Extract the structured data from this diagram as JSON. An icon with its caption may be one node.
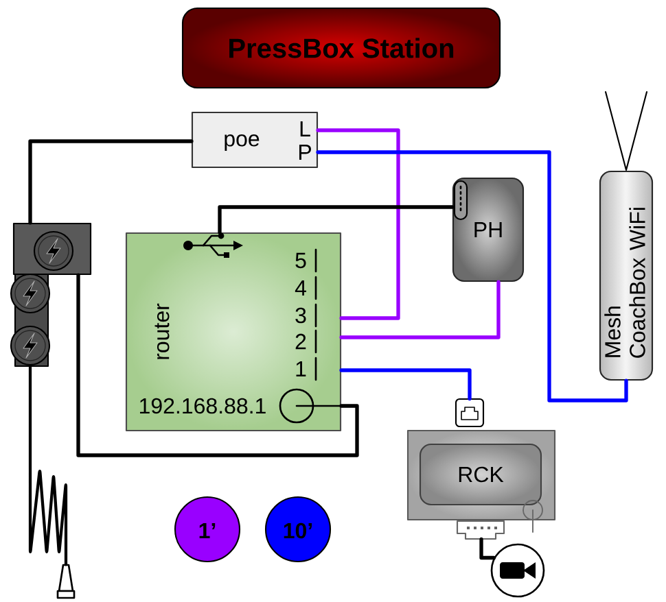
{
  "diagram": {
    "title": "PressBox Station",
    "nodes": [
      {
        "text": [
          "poe",
          "L",
          "P"
        ]
      },
      {
        "text": [
          "PH"
        ]
      },
      {
        "text": [
          "Mesh CoachBox WiFi"
        ]
      },
      {
        "text": [],
        "shape": "picture"
      },
      {
        "text": [
          "router",
          "5",
          "4",
          "3",
          "2",
          "1",
          "192.168.88.1"
        ]
      },
      {
        "text": [
          "RCK"
        ]
      },
      {
        "text": [],
        "shape": "circle"
      },
      {
        "text": [],
        "shape": "trapezoid"
      }
    ],
    "edges": [
      {
        "from": 0,
        "to": 4,
        "arrow": "none",
        "color": "#9900ff"
      },
      {
        "from": 0,
        "to": 2,
        "arrow": "none",
        "color": "#0000ff"
      },
      {
        "from": 1,
        "to": 4,
        "arrow": "none",
        "color": "#9900ff"
      },
      {
        "from": 4,
        "to": 5,
        "arrow": "none",
        "color": "#0000ff"
      },
      {
        "from": 4,
        "to": 1,
        "arrow": "none"
      },
      {
        "from": 4,
        "to": 3,
        "arrow": "none"
      },
      {
        "from": 3,
        "to": 0,
        "arrow": "none"
      },
      {
        "from": 5,
        "to": 6,
        "arrow": "none"
      },
      {
        "from": 3,
        "to": 7,
        "arrow": "none"
      }
    ],
    "legend": [
      {
        "text": "1’",
        "color": "#9900ff"
      },
      {
        "text": "10’",
        "color": "#0000ff"
      }
    ]
  }
}
